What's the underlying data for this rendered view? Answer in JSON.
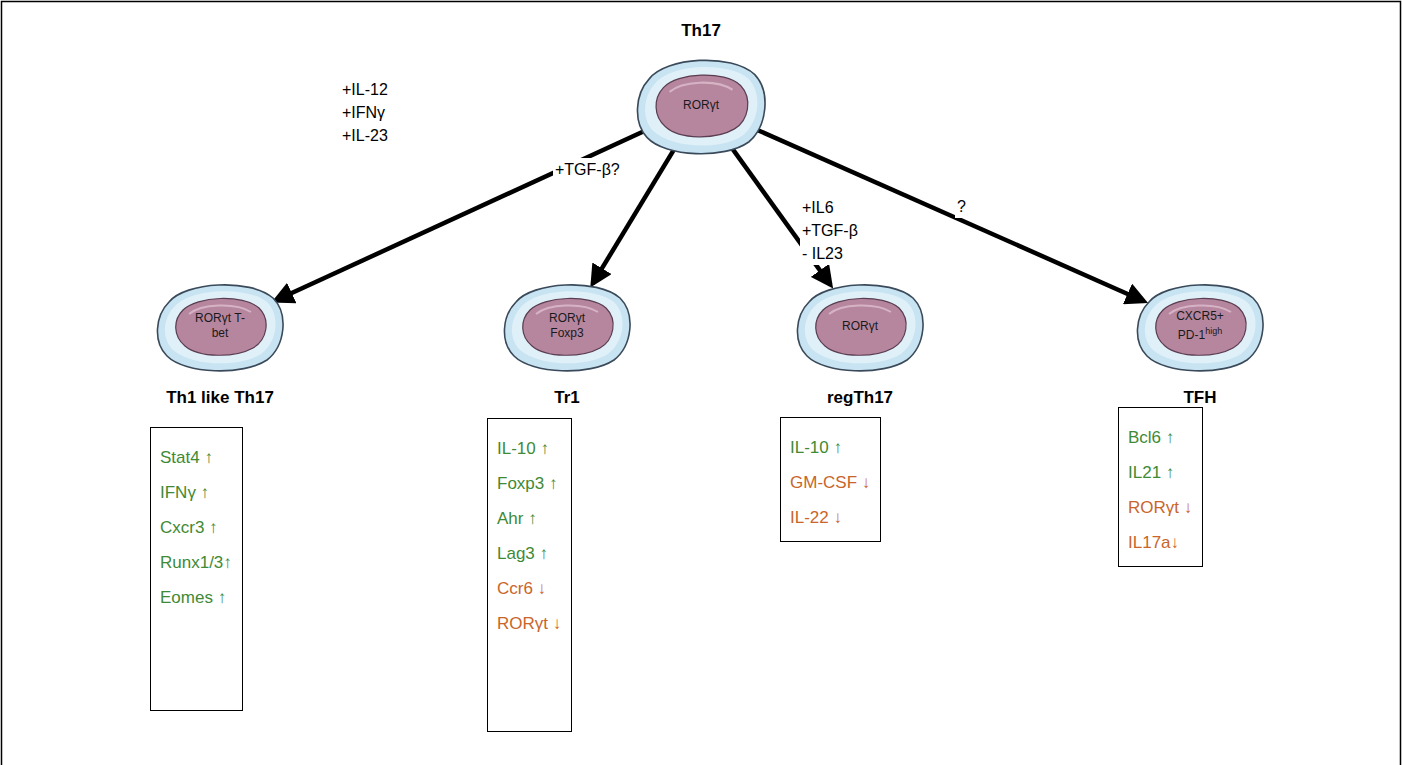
{
  "diagram": {
    "nodes": [
      {
        "text": [
          "Th17",
          "RORγt"
        ]
      },
      {
        "text": [
          "RORγt T-bet",
          "Th1 like Th17"
        ]
      },
      {
        "text": [
          "RORγt Foxp3",
          "Tr1"
        ]
      },
      {
        "text": [
          "RORγt",
          "regTh17"
        ]
      },
      {
        "text": [
          "CXCR5+ PD-1high",
          "TFH"
        ]
      },
      {
        "text": [
          "Stat4 ↑",
          "IFNγ ↑",
          "Cxcr3 ↑",
          "Runx1/3↑",
          "Eomes ↑"
        ]
      },
      {
        "text": [
          "IL-10 ↑",
          "Foxp3 ↑",
          "Ahr ↑",
          "Lag3 ↑",
          "Ccr6 ↓",
          "RORγt ↓"
        ]
      },
      {
        "text": [
          "IL-10 ↑",
          "GM-CSF ↓",
          "IL-22 ↓"
        ]
      },
      {
        "text": [
          "Bcl6 ↑",
          "IL21 ↑",
          "RORγt ↓",
          "IL17a↓"
        ]
      }
    ],
    "edges": [
      {
        "from": 0,
        "to": 1,
        "arrow": "to",
        "label": "+IL-12 +IFNγ +IL-23"
      },
      {
        "from": 0,
        "to": 2,
        "arrow": "to",
        "label": "+TGF-β?"
      },
      {
        "from": 0,
        "to": 3,
        "arrow": "to",
        "label": "+IL6 +TGF-β - IL23"
      },
      {
        "from": 0,
        "to": 4,
        "arrow": "to",
        "label": "?"
      }
    ]
  }
}
